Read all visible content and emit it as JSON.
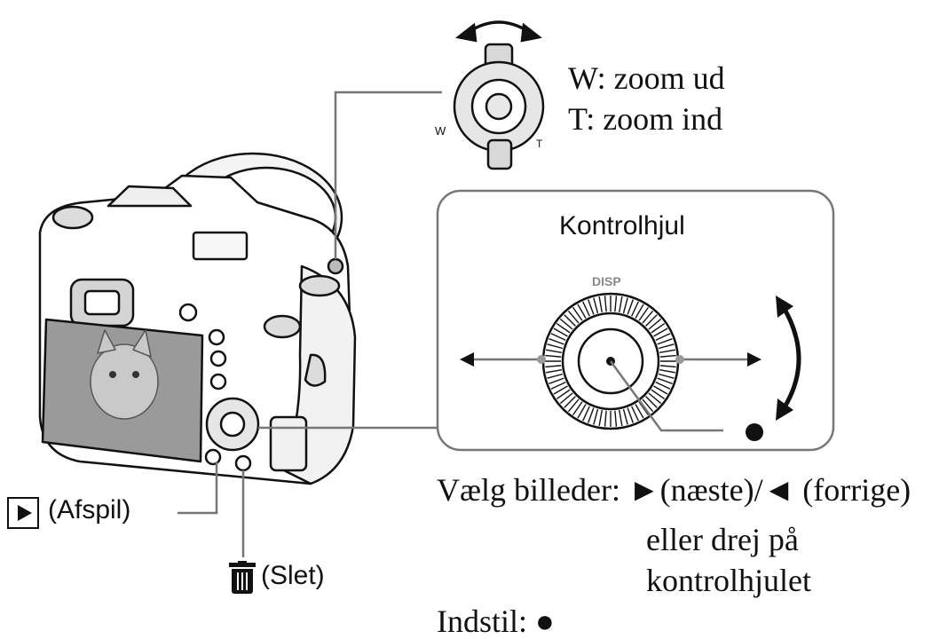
{
  "zoom": {
    "wide_label": "W: zoom ud",
    "tele_label": "T: zoom ind",
    "lever_marks": {
      "w": "W",
      "t": "T"
    }
  },
  "control_wheel": {
    "title": "Kontrolhjul",
    "disp_label": "DISP"
  },
  "playback": {
    "icon": "play-icon",
    "label": "(Afspil)"
  },
  "delete": {
    "icon": "trash-icon",
    "label": "(Slet)"
  },
  "select_images": {
    "prefix": "Vælg billeder:",
    "next_glyph": "►",
    "next_label": "(næste)/",
    "prev_glyph": "◄",
    "prev_label": "(forrige)",
    "line2": "eller drej på",
    "line3": "kontrolhjulet"
  },
  "set": {
    "prefix": "Indstil:",
    "glyph": "●"
  },
  "colors": {
    "ink": "#111111",
    "line": "#777777",
    "fill_light": "#e9e9e9",
    "fill_mid": "#cfcfcf",
    "screen": "#9a9a9a"
  }
}
